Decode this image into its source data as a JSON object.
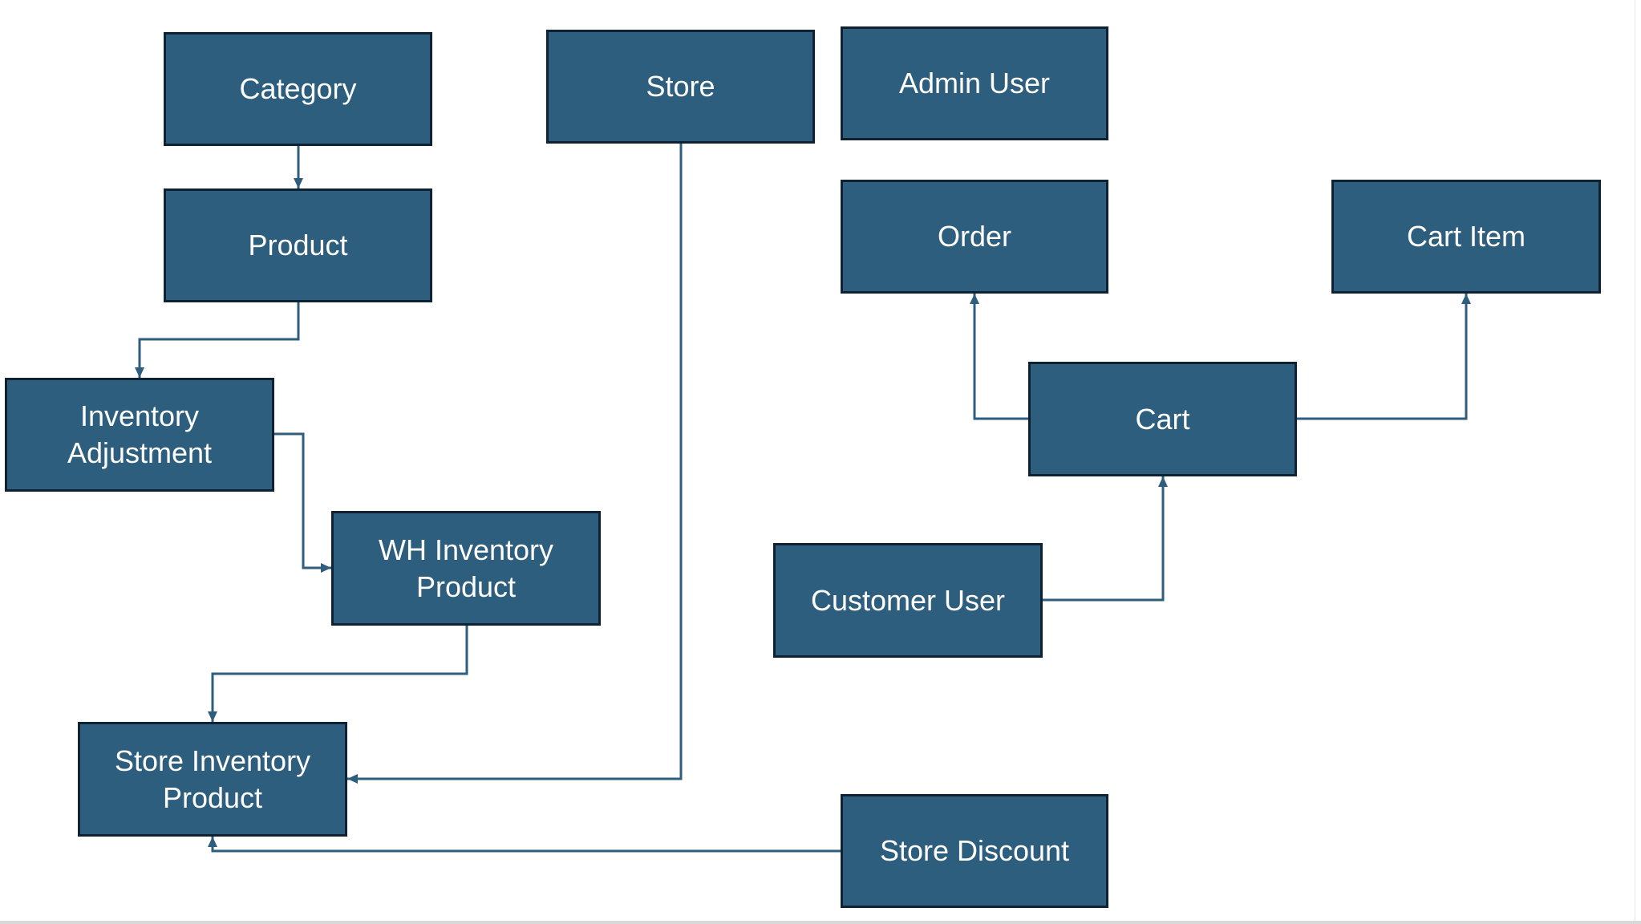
{
  "diagram": {
    "nodes": [
      {
        "id": "category",
        "label": "Category"
      },
      {
        "id": "store",
        "label": "Store"
      },
      {
        "id": "admin_user",
        "label": "Admin User"
      },
      {
        "id": "product",
        "label": "Product"
      },
      {
        "id": "order",
        "label": "Order"
      },
      {
        "id": "cart_item",
        "label": "Cart Item"
      },
      {
        "id": "inventory_adjustment",
        "label": "Inventory\nAdjustment"
      },
      {
        "id": "cart",
        "label": "Cart"
      },
      {
        "id": "wh_inventory_product",
        "label": "WH Inventory\nProduct"
      },
      {
        "id": "customer_user",
        "label": "Customer User"
      },
      {
        "id": "store_inventory_product",
        "label": "Store Inventory\nProduct"
      },
      {
        "id": "store_discount",
        "label": "Store Discount"
      }
    ],
    "edges": [
      {
        "from": "category",
        "to": "product"
      },
      {
        "from": "product",
        "to": "inventory_adjustment"
      },
      {
        "from": "inventory_adjustment",
        "to": "wh_inventory_product"
      },
      {
        "from": "wh_inventory_product",
        "to": "store_inventory_product"
      },
      {
        "from": "store",
        "to": "store_inventory_product"
      },
      {
        "from": "store_discount",
        "to": "store_inventory_product"
      },
      {
        "from": "cart",
        "to": "order"
      },
      {
        "from": "cart",
        "to": "cart_item"
      },
      {
        "from": "customer_user",
        "to": "cart"
      }
    ],
    "colors": {
      "node_fill": "#2e5e7e",
      "node_border": "#0f2233",
      "node_text": "#ffffff",
      "connector": "#2e5e7e"
    }
  }
}
